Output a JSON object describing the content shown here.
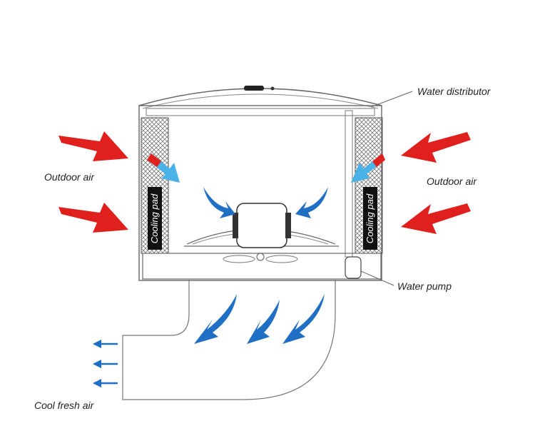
{
  "labels": {
    "water_distributor": "Water distributor",
    "outdoor_air_left": "Outdoor air",
    "outdoor_air_right": "Outdoor air",
    "water_pump": "Water pump",
    "cool_fresh_air": "Cool fresh air",
    "cooling_pad_left": "Cooling pad",
    "cooling_pad_right": "Cooling pad"
  },
  "colors": {
    "outdoor_air_arrow": "#e0201c",
    "cool_air_arrow": "#1f6fc4",
    "inner_air_arrow": "#4ab2e6",
    "outline": "#666666"
  }
}
